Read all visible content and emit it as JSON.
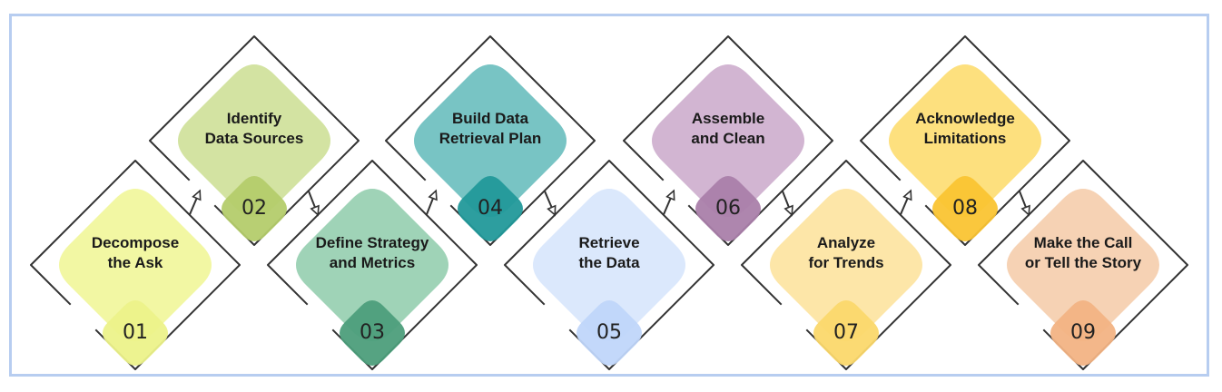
{
  "steps": [
    {
      "number": "01",
      "title": "Decompose\nthe Ask",
      "fill": "#f2f7a3",
      "badge": "#ecf28a"
    },
    {
      "number": "02",
      "title": "Identify\nData Sources",
      "fill": "#d3e3a2",
      "badge": "#b4cc6c"
    },
    {
      "number": "03",
      "title": "Define Strategy\nand Metrics",
      "fill": "#9fd3b7",
      "badge": "#4d9e7b"
    },
    {
      "number": "04",
      "title": "Build Data\nRetrieval Plan",
      "fill": "#78c4c4",
      "badge": "#22999a"
    },
    {
      "number": "05",
      "title": "Retrieve\nthe Data",
      "fill": "#dbe8fc",
      "badge": "#c0d6fa"
    },
    {
      "number": "06",
      "title": "Assemble\nand Clean",
      "fill": "#d2b5d2",
      "badge": "#aa80aa"
    },
    {
      "number": "07",
      "title": "Analyze\nfor Trends",
      "fill": "#fde6a8",
      "badge": "#fbd86c"
    },
    {
      "number": "08",
      "title": "Acknowledge\nLimitations",
      "fill": "#fde07e",
      "badge": "#fac433"
    },
    {
      "number": "09",
      "title": "Make the Call\nor Tell the Story",
      "fill": "#f6d2b4",
      "badge": "#f2b384"
    }
  ],
  "colors": {
    "outline": "#333333",
    "frame": "#b7cdf0"
  }
}
